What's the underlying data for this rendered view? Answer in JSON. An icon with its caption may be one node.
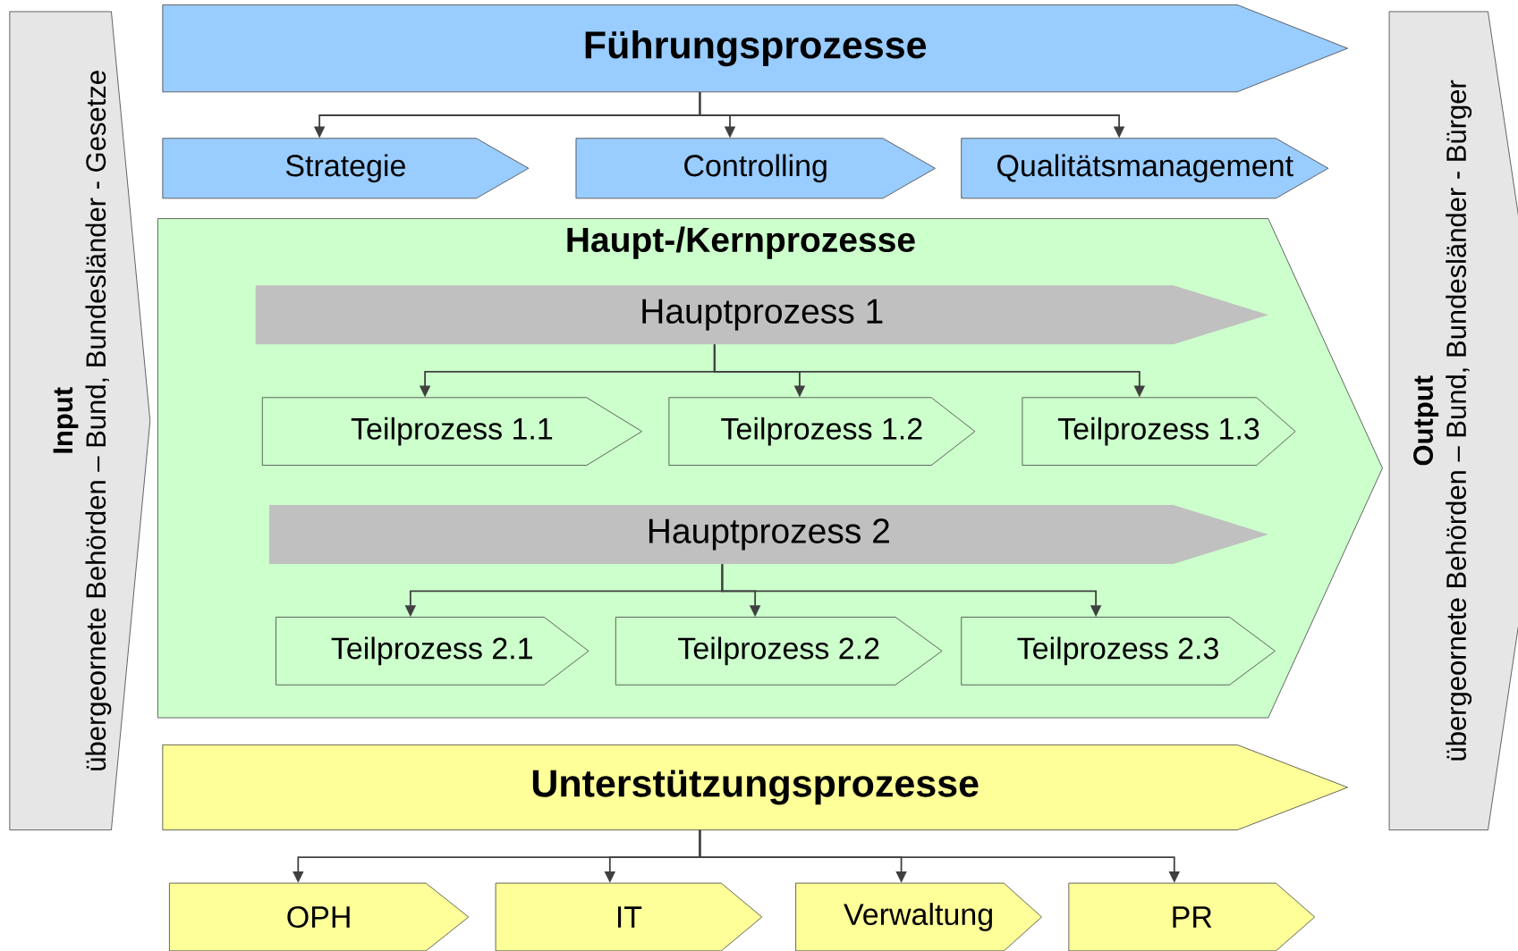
{
  "diagram": {
    "nodes": [
      {
        "text": [
          "Input",
          "übergeornete Behörden – Bund, Bundesländer - Gesetze"
        ]
      },
      {
        "text": [
          "Output",
          "übergeornete Behörden – Bund, Bundesländer - Bürger"
        ]
      },
      {
        "text": [
          "Führungsprozesse"
        ]
      },
      {
        "text": [
          "Strategie"
        ]
      },
      {
        "text": [
          "Controlling"
        ]
      },
      {
        "text": [
          "Qualitätsmanagement"
        ]
      },
      {
        "text": [
          "Haupt-/Kernprozesse"
        ]
      },
      {
        "text": [
          "Hauptprozess 1"
        ],
        "in": 6
      },
      {
        "text": [
          "Teilprozess 1.1"
        ],
        "in": 6
      },
      {
        "text": [
          "Teilprozess 1.2"
        ],
        "in": 6
      },
      {
        "text": [
          "Teilprozess 1.3"
        ],
        "in": 6
      },
      {
        "text": [
          "Hauptprozess 2"
        ],
        "in": 6
      },
      {
        "text": [
          "Teilprozess 2.1"
        ],
        "in": 6
      },
      {
        "text": [
          "Teilprozess 2.2"
        ],
        "in": 6
      },
      {
        "text": [
          "Teilprozess 2.3"
        ],
        "in": 6
      },
      {
        "text": [
          "Unterstützungsprozesse"
        ]
      },
      {
        "text": [
          "OPH"
        ]
      },
      {
        "text": [
          "IT"
        ]
      },
      {
        "text": [
          "Verwaltung"
        ]
      },
      {
        "text": [
          "PR"
        ]
      }
    ],
    "edges": [
      {
        "from": 2,
        "to": 3,
        "arrow": "to"
      },
      {
        "from": 2,
        "to": 4,
        "arrow": "to"
      },
      {
        "from": 2,
        "to": 5,
        "arrow": "to"
      },
      {
        "from": 7,
        "to": 8,
        "arrow": "to"
      },
      {
        "from": 7,
        "to": 9,
        "arrow": "to"
      },
      {
        "from": 7,
        "to": 10,
        "arrow": "to"
      },
      {
        "from": 11,
        "to": 12,
        "arrow": "to"
      },
      {
        "from": 11,
        "to": 13,
        "arrow": "to"
      },
      {
        "from": 11,
        "to": 14,
        "arrow": "to"
      },
      {
        "from": 15,
        "to": 16,
        "arrow": "to"
      },
      {
        "from": 15,
        "to": 17,
        "arrow": "to"
      },
      {
        "from": 15,
        "to": 18,
        "arrow": "to"
      },
      {
        "from": 15,
        "to": 19,
        "arrow": "to"
      }
    ]
  }
}
